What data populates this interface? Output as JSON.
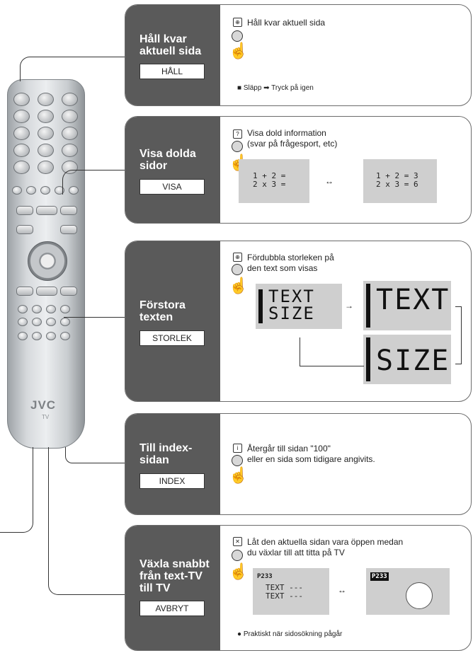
{
  "remote": {
    "logo": "JVC",
    "sub": "TV"
  },
  "cards": [
    {
      "title": [
        "Håll kvar",
        "aktuell sida"
      ],
      "key": "HÅLL",
      "line": "Håll kvar aktuell sida",
      "note": "Släpp ➡ Tryck på  igen"
    },
    {
      "title": [
        "Visa dolda",
        "sidor"
      ],
      "key": "VISA",
      "line1": "Visa dold information",
      "line2": "(svar på frågesport, etc)",
      "eq_before": [
        "1 + 2 =",
        "2 x 3 ="
      ],
      "eq_after": [
        "1 + 2 = 3",
        "2 x 3 = 6"
      ]
    },
    {
      "title": [
        "Förstora",
        "texten"
      ],
      "key": "STORLEK",
      "line1": "Fördubbla storleken på",
      "line2": "den text som visas",
      "w1": "TEXT",
      "w2": "SIZE"
    },
    {
      "title": [
        "Till index-",
        "sidan"
      ],
      "key": "INDEX",
      "line1": "Återgår till sidan \"100\"",
      "line2": "eller en sida som tidigare angivits."
    },
    {
      "title": [
        "Växla snabbt",
        "från text-TV",
        "till TV"
      ],
      "key": "AVBRYT",
      "line1": "Låt den aktuella sidan vara öppen medan",
      "line2": "du växlar till att titta på TV",
      "page": "P233",
      "text1": "TEXT ---",
      "text2": "TEXT ---",
      "note": "Praktiskt när sidosökning pågår"
    }
  ]
}
